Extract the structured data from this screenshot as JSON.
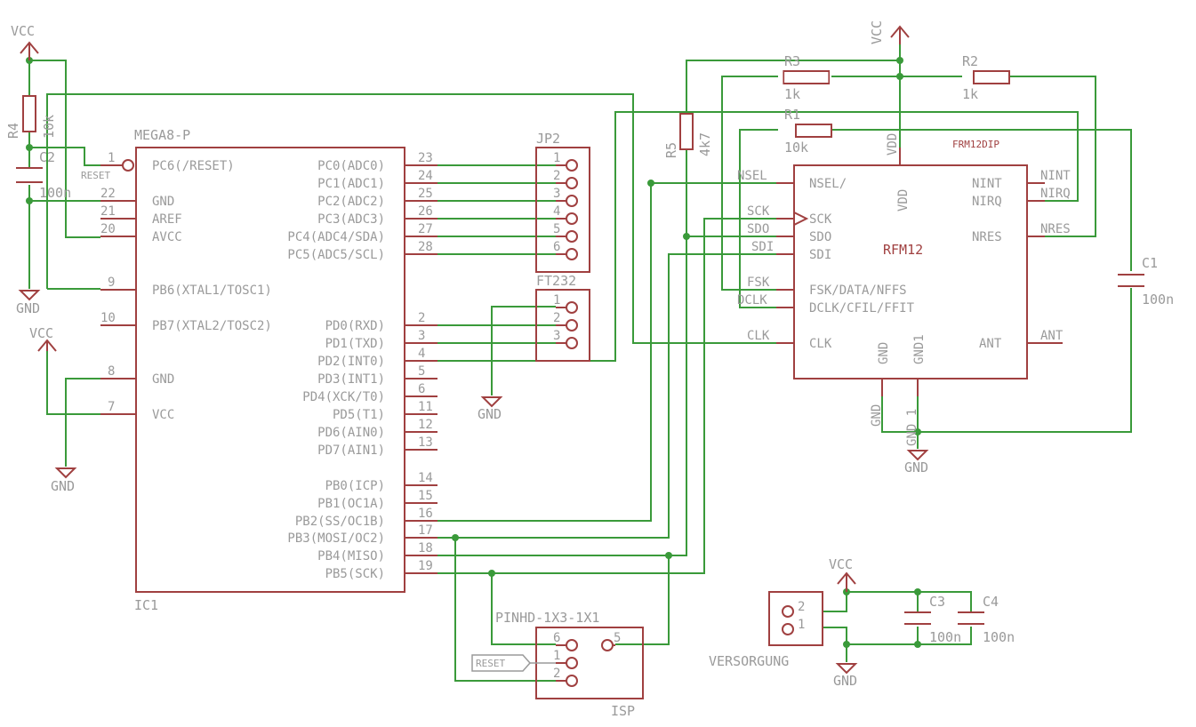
{
  "mcu": {
    "name": "MEGA8-P",
    "ref": "IC1",
    "left_pins": [
      {
        "num": "1",
        "label": "PC6(/RESET)",
        "net": "RESET"
      },
      {
        "num": "22",
        "label": "GND"
      },
      {
        "num": "21",
        "label": "AREF"
      },
      {
        "num": "20",
        "label": "AVCC"
      },
      {
        "num": "9",
        "label": "PB6(XTAL1/TOSC1)"
      },
      {
        "num": "10",
        "label": "PB7(XTAL2/TOSC2)"
      },
      {
        "num": "8",
        "label": "GND"
      },
      {
        "num": "7",
        "label": "VCC"
      }
    ],
    "right_pins": [
      {
        "num": "23",
        "label": "PC0(ADC0)"
      },
      {
        "num": "24",
        "label": "PC1(ADC1)"
      },
      {
        "num": "25",
        "label": "PC2(ADC2)"
      },
      {
        "num": "26",
        "label": "PC3(ADC3)"
      },
      {
        "num": "27",
        "label": "PC4(ADC4/SDA)"
      },
      {
        "num": "28",
        "label": "PC5(ADC5/SCL)"
      },
      {
        "num": "2",
        "label": "PD0(RXD)"
      },
      {
        "num": "3",
        "label": "PD1(TXD)"
      },
      {
        "num": "4",
        "label": "PD2(INT0)"
      },
      {
        "num": "5",
        "label": "PD3(INT1)"
      },
      {
        "num": "6",
        "label": "PD4(XCK/T0)"
      },
      {
        "num": "11",
        "label": "PD5(T1)"
      },
      {
        "num": "12",
        "label": "PD6(AIN0)"
      },
      {
        "num": "13",
        "label": "PD7(AIN1)"
      },
      {
        "num": "14",
        "label": "PB0(ICP)"
      },
      {
        "num": "15",
        "label": "PB1(OC1A)"
      },
      {
        "num": "16",
        "label": "PB2(SS/OC1B)"
      },
      {
        "num": "17",
        "label": "PB3(MOSI/OC2)"
      },
      {
        "num": "18",
        "label": "PB4(MISO)"
      },
      {
        "num": "19",
        "label": "PB5(SCK)"
      }
    ]
  },
  "jp2": {
    "name": "JP2",
    "pins": [
      "1",
      "2",
      "3",
      "4",
      "5",
      "6"
    ]
  },
  "ft232": {
    "name": "FT232",
    "pins": [
      "1",
      "2",
      "3"
    ]
  },
  "isp": {
    "name": "ISP",
    "part": "PINHD-1X3-1X1",
    "pins": [
      "6",
      "1",
      "2",
      "5"
    ],
    "reset_label": "RESET"
  },
  "versorgung": {
    "name": "VERSORGUNG",
    "pins": [
      "2",
      "1"
    ]
  },
  "rfm": {
    "name": "RFM12",
    "part": "FRM12DIP",
    "left_inner": [
      "NSEL/",
      "SCK",
      "SDO",
      "SDI",
      "FSK/DATA/NFFS",
      "DCLK/CFIL/FFIT",
      "CLK"
    ],
    "left_outer": [
      "NSEL",
      "SCK",
      "SDO",
      "SDI",
      "FSK",
      "DCLK",
      "CLK"
    ],
    "right_inner": [
      "NINT",
      "NIRQ",
      "NRES",
      "ANT"
    ],
    "right_outer": [
      "NINT",
      "NIRQ",
      "NRES",
      "ANT"
    ],
    "top_inner": "VDD",
    "top_outer": "VDD",
    "bottom_inner": [
      "GND",
      "GND1"
    ],
    "bottom_outer": [
      "GND",
      "GND 1"
    ]
  },
  "resistors": [
    {
      "ref": "R1",
      "value": "10k"
    },
    {
      "ref": "R2",
      "value": "1k"
    },
    {
      "ref": "R3",
      "value": "1k"
    },
    {
      "ref": "R4",
      "value": "10k"
    },
    {
      "ref": "R5",
      "value": "4k7"
    }
  ],
  "capacitors": [
    {
      "ref": "C1",
      "value": "100n"
    },
    {
      "ref": "C2",
      "value": "100n"
    },
    {
      "ref": "C3",
      "value": "100n"
    },
    {
      "ref": "C4",
      "value": "100n"
    }
  ],
  "supply": {
    "vcc": "VCC",
    "gnd": "GND"
  },
  "colors": {
    "part": "#a04040",
    "wire": "#3a9a3a",
    "text": "#9a9a9a",
    "background": "#ffffff"
  }
}
